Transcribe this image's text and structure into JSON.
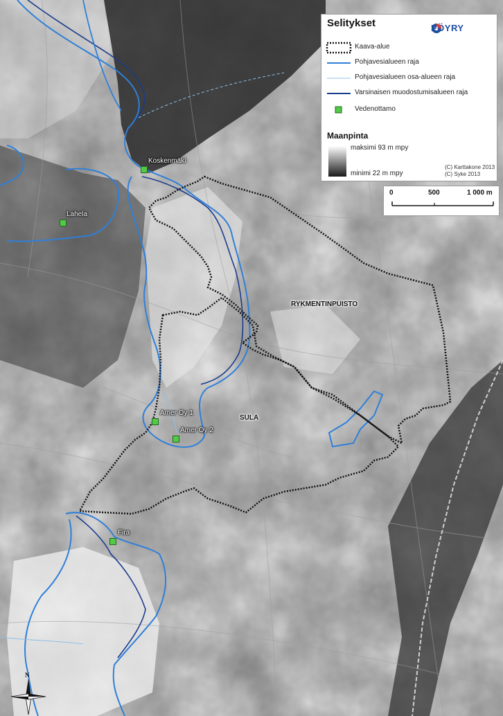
{
  "legend": {
    "title": "Selitykset",
    "logo_text": "PÖYRY",
    "items": [
      {
        "label": "Kaava-alue",
        "symbol": "dotted-boundary"
      },
      {
        "label": "Pohjavesialueen raja",
        "symbol": "line",
        "color": "#2f7fd8"
      },
      {
        "label": "Pohjavesialueen osa-alueen raja",
        "symbol": "thin-line",
        "color": "#8fc0e8"
      },
      {
        "label": "Varsinaisen muodostumisalueen raja",
        "symbol": "line",
        "color": "#1a3c8c"
      },
      {
        "label": "Vedenottamo",
        "symbol": "green-square",
        "color": "#52c948"
      }
    ],
    "relief_title": "Maanpinta",
    "relief_max": "maksimi 93 m mpy",
    "relief_min": "minimi 22 m mpy",
    "copyright_1": "(C) Karttakone 2013",
    "copyright_2": "(C) Syke 2013"
  },
  "scale": {
    "tick_0": "0",
    "tick_500": "500",
    "tick_1000": "1 000 m"
  },
  "places": {
    "koskenmaki": "Koskenmäki",
    "lahela": "Lahela",
    "amer1": "Amer Oy 1",
    "amer2": "Amer Oy 2",
    "fira": "Fira"
  },
  "areas": {
    "rykmentinpuisto": "RYKMENTINPUISTO",
    "sula": "SULA"
  },
  "north_label": "N",
  "colors": {
    "groundwater_boundary": "#2f7fd8",
    "sub_area_boundary": "#8fc0e8",
    "formation_boundary": "#1a3c8c",
    "plan_area": "#111111",
    "water_intake": "#52c948"
  }
}
